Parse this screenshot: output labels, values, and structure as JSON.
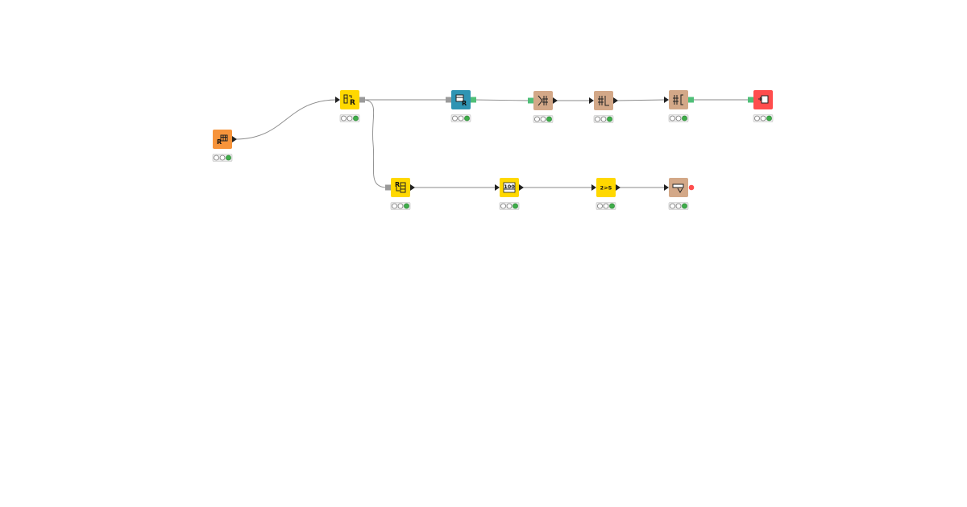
{
  "canvas": {
    "background": "#ffffff"
  },
  "colors": {
    "source": "#f7943b",
    "manipulator": "#ffd800",
    "learner": "#2f94b3",
    "other": "#d3a888",
    "sink": "#ff4d4d",
    "status_ok": "#3fae4a",
    "wire": "#8a8a8a"
  },
  "nodes": [
    {
      "id": "n1",
      "category": "source",
      "icon": "table-reader-icon",
      "status": "executed",
      "glyph_text": "R"
    },
    {
      "id": "n2",
      "category": "manipulator",
      "icon": "column-splitter-icon",
      "status": "executed",
      "glyph_text": "R"
    },
    {
      "id": "n3",
      "category": "learner",
      "icon": "model-learner-icon",
      "status": "executed",
      "glyph_text": "R"
    },
    {
      "id": "n4",
      "category": "other",
      "icon": "flow-variable-join-icon",
      "status": "executed",
      "glyph_text": ""
    },
    {
      "id": "n5",
      "category": "other",
      "icon": "flow-variable-loop-icon",
      "status": "executed",
      "glyph_text": ""
    },
    {
      "id": "n6",
      "category": "other",
      "icon": "flow-variable-merge-icon",
      "status": "executed",
      "glyph_text": ""
    },
    {
      "id": "n7",
      "category": "sink",
      "icon": "variable-output-icon",
      "status": "executed",
      "glyph_text": ""
    },
    {
      "id": "n8",
      "category": "manipulator",
      "icon": "column-appender-icon",
      "status": "executed",
      "glyph_text": "R"
    },
    {
      "id": "n9",
      "category": "manipulator",
      "icon": "number-to-string-icon",
      "status": "executed",
      "glyph_text": "100"
    },
    {
      "id": "n10",
      "category": "manipulator",
      "icon": "string-manipulation-icon",
      "status": "executed",
      "glyph_text": "2>S"
    },
    {
      "id": "n11",
      "category": "other",
      "icon": "data-writer-icon",
      "status": "executed",
      "glyph_text": ""
    }
  ],
  "connections": [
    {
      "from": "n1",
      "to": "n2"
    },
    {
      "from": "n2",
      "to": "n3"
    },
    {
      "from": "n3",
      "to": "n4"
    },
    {
      "from": "n4",
      "to": "n5"
    },
    {
      "from": "n5",
      "to": "n6"
    },
    {
      "from": "n6",
      "to": "n7"
    },
    {
      "from": "n2",
      "to": "n8"
    },
    {
      "from": "n8",
      "to": "n9"
    },
    {
      "from": "n9",
      "to": "n10"
    },
    {
      "from": "n10",
      "to": "n11"
    }
  ]
}
